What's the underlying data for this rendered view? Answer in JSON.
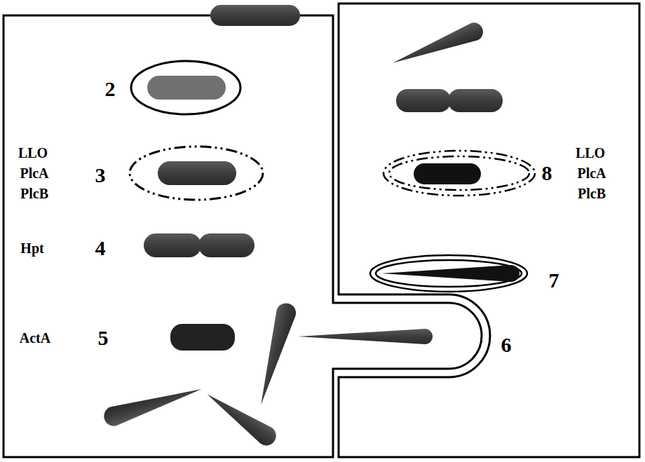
{
  "diagram": {
    "labels": [
      "2",
      "LLO",
      "PlcA",
      "PlcB",
      "3",
      "8",
      "LLO",
      "PlcA",
      "PlcB",
      "Hpt",
      "4",
      "7",
      "ActA",
      "5",
      "6"
    ]
  }
}
